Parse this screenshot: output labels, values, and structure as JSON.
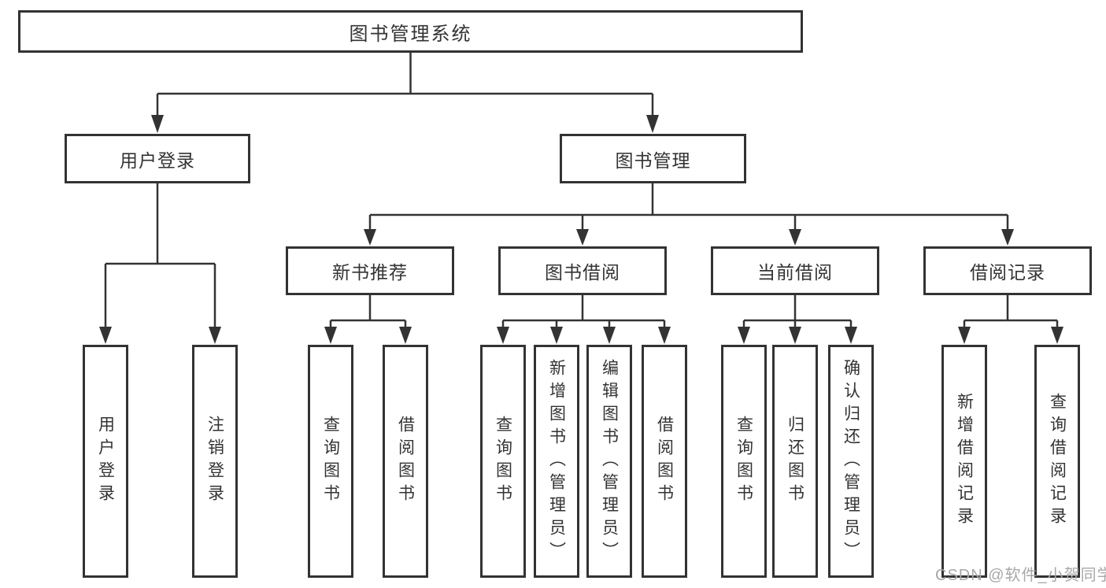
{
  "diagram_type": "functional-structure-tree",
  "colors": {
    "line": "#333333",
    "box_border": "#333333",
    "text": "#333333",
    "background": "#ffffff",
    "watermark": "#a8a8a8"
  },
  "tree": {
    "root": {
      "label": "图书管理系统",
      "children": [
        {
          "label": "用户登录",
          "children": [
            {
              "label": "用户登录"
            },
            {
              "label": "注销登录"
            }
          ]
        },
        {
          "label": "图书管理",
          "children": [
            {
              "label": "新书推荐",
              "children": [
                {
                  "label": "查询图书"
                },
                {
                  "label": "借阅图书"
                }
              ]
            },
            {
              "label": "图书借阅",
              "children": [
                {
                  "label": "查询图书"
                },
                {
                  "label": "新增图书（管理员）"
                },
                {
                  "label": "编辑图书（管理员）"
                },
                {
                  "label": "借阅图书"
                }
              ]
            },
            {
              "label": "当前借阅",
              "children": [
                {
                  "label": "查询图书"
                },
                {
                  "label": "归还图书"
                },
                {
                  "label": "确认归还（管理员）"
                }
              ]
            },
            {
              "label": "借阅记录",
              "children": [
                {
                  "label": "新增借阅记录"
                },
                {
                  "label": "查询借阅记录"
                }
              ]
            }
          ]
        }
      ]
    }
  },
  "watermark": {
    "text": "CSDN @软件_小贺同学"
  }
}
